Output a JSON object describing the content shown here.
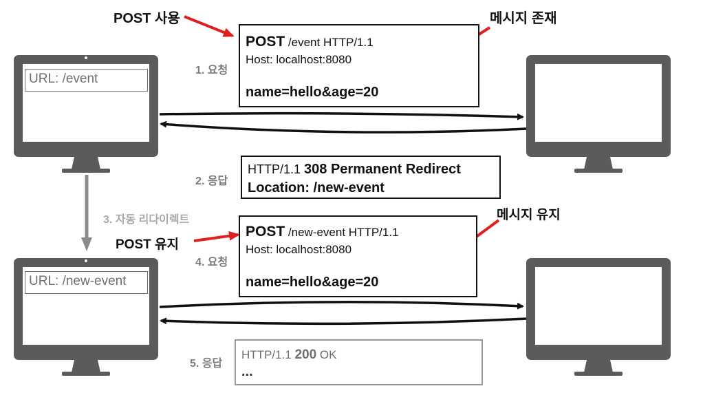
{
  "top_annotations": {
    "post_usage": "POST 사용",
    "message_exists": "메시지 존재"
  },
  "left_top_monitor": {
    "url": "URL: /event"
  },
  "left_bottom_monitor": {
    "url": "URL: /new-event"
  },
  "steps": {
    "step1": "1. 요청",
    "step2": "2. 응답",
    "step3": "3. 자동 리다이렉트",
    "step4": "4. 요청",
    "step5": "5. 응답"
  },
  "request1": {
    "method": "POST",
    "line_rest": " /event HTTP/1.1",
    "host": "Host: localhost:8080",
    "body": "name=hello&age=20"
  },
  "response1": {
    "version": "HTTP/1.1 ",
    "status": "308 Permanent Redirect",
    "location": "Location: /new-event"
  },
  "mid_annotations": {
    "post_keep": "POST 유지",
    "message_keep": "메시지 유지"
  },
  "request2": {
    "method": "POST",
    "line_rest": " /new-event HTTP/1.1",
    "host": "Host: localhost:8080",
    "body": "name=hello&age=20"
  },
  "response2": {
    "version": "HTTP/1.1 ",
    "status": "200",
    "reason": " OK",
    "ellipsis": "..."
  },
  "colors": {
    "monitor": "#5b5b5b",
    "arrow_red": "#e02020",
    "redirect_arrow": "#8a8a8a",
    "text_gray": "#7a7a7a"
  }
}
